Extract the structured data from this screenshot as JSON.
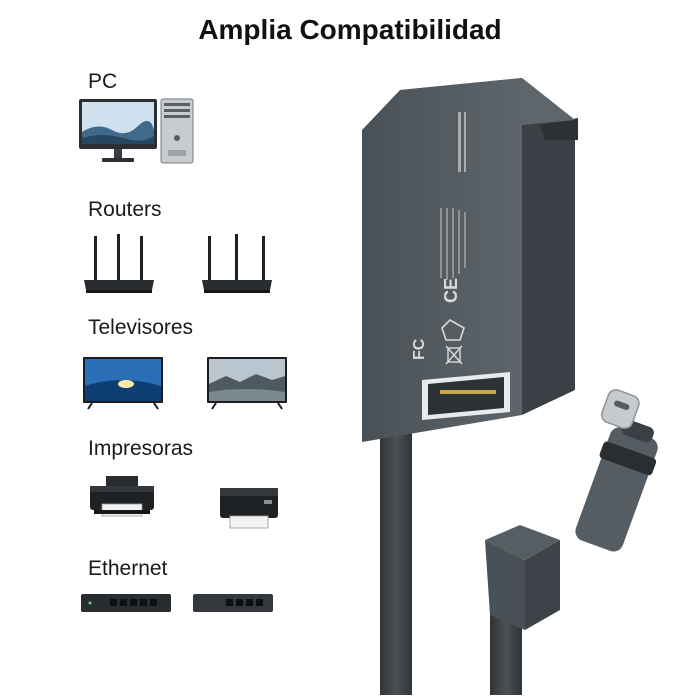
{
  "title": "Amplia Compatibilidad",
  "categories": [
    {
      "id": "pc",
      "label": "PC",
      "icons": [
        "monitor-icon",
        "pc-tower-icon"
      ]
    },
    {
      "id": "routers",
      "label": "Routers",
      "icons": [
        "router-icon",
        "router-icon"
      ]
    },
    {
      "id": "tvs",
      "label": "Televisores",
      "icons": [
        "tv-icon",
        "tv-icon"
      ]
    },
    {
      "id": "printers",
      "label": "Impresoras",
      "icons": [
        "printer-icon",
        "printer-icon"
      ]
    },
    {
      "id": "ethernet",
      "label": "Ethernet",
      "icons": [
        "network-switch-icon",
        "network-switch-icon"
      ]
    }
  ],
  "product": {
    "icon": "usb-c-ethernet-adapter-icon",
    "port": "rj45-port-icon",
    "connector": "usb-c-connector-icon",
    "marks": [
      "ce-mark-icon",
      "recycle-mark-icon",
      "fc-mark-icon",
      "weee-bin-icon"
    ]
  },
  "colors": {
    "adapter": "#4d5459",
    "adapter_dark": "#3a4045",
    "cable": "#3f4548",
    "text": "#111111"
  }
}
